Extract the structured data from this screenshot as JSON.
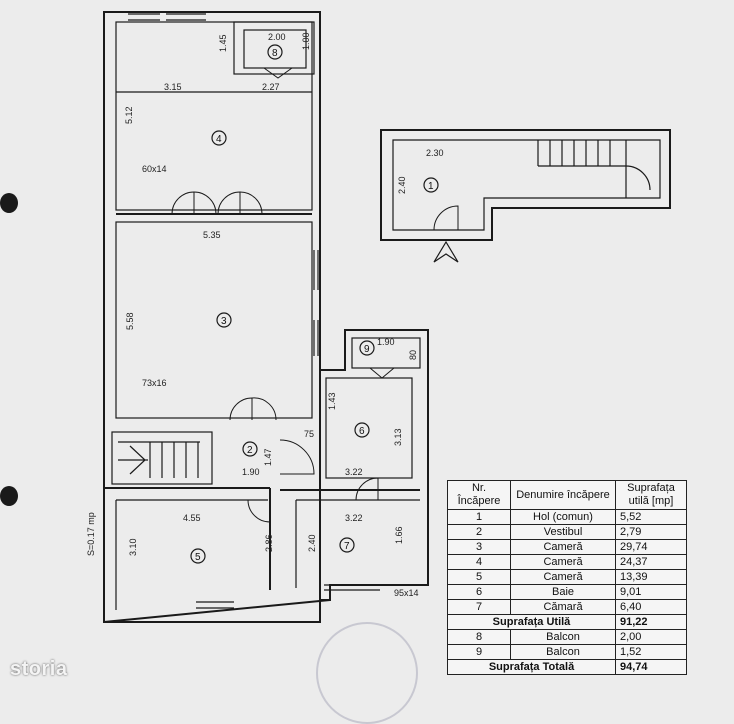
{
  "plan": {
    "dims": {
      "d200": "2.00",
      "d145": "1.45",
      "d100": "1.00",
      "d315": "3.15",
      "d227": "2.27",
      "d512": "5.12",
      "w60x14": "60x14",
      "d535": "5.35",
      "d558": "5.58",
      "w73x16": "73x16",
      "d190a": "1.90",
      "d80": "80",
      "d143": "1.43",
      "d313": "3.13",
      "d75": "75",
      "d147": "1.47",
      "d190b": "1.90",
      "d322a": "3.22",
      "d455": "4.55",
      "d322b": "3.22",
      "s017": "S=0.17 mp",
      "d310": "3.10",
      "d286": "2.86",
      "d240a": "2.40",
      "d166": "1.66",
      "w95x14": "95x14",
      "d230": "2.30",
      "d240b": "2.40"
    },
    "rooms": {
      "r1": "1",
      "r2": "2",
      "r3": "3",
      "r4": "4",
      "r5": "5",
      "r6": "6",
      "r7": "7",
      "r8": "8",
      "r9": "9"
    }
  },
  "table": {
    "headers": {
      "nr": "Nr. Încăpere",
      "name": "Denumire încăpere",
      "area": "Suprafața utilă [mp]"
    },
    "rows": [
      {
        "nr": "1",
        "name": "Hol (comun)",
        "area": "5,52"
      },
      {
        "nr": "2",
        "name": "Vestibul",
        "area": "2,79"
      },
      {
        "nr": "3",
        "name": "Cameră",
        "area": "29,74"
      },
      {
        "nr": "4",
        "name": "Cameră",
        "area": "24,37"
      },
      {
        "nr": "5",
        "name": "Cameră",
        "area": "13,39"
      },
      {
        "nr": "6",
        "name": "Baie",
        "area": "9,01"
      },
      {
        "nr": "7",
        "name": "Cămară",
        "area": "6,40"
      }
    ],
    "util": {
      "label": "Suprafața Utilă",
      "value": "91,22"
    },
    "balconies": [
      {
        "nr": "8",
        "name": "Balcon",
        "area": "2,00"
      },
      {
        "nr": "9",
        "name": "Balcon",
        "area": "1,52"
      }
    ],
    "total": {
      "label": "Suprafața Totală",
      "value": "94,74"
    }
  },
  "brand": {
    "logo": "storia"
  }
}
